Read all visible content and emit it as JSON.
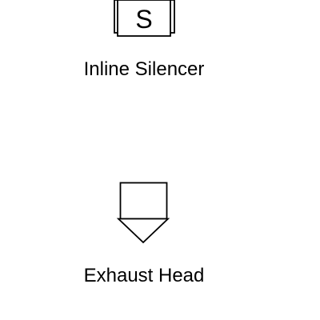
{
  "symbols": [
    {
      "id": "inline-silencer",
      "glyph": "S",
      "label": "Inline Silencer",
      "icon": "inline-silencer-icon"
    },
    {
      "id": "exhaust-head",
      "label": "Exhaust Head",
      "icon": "exhaust-head-icon"
    }
  ],
  "colors": {
    "stroke": "#000000",
    "background": "#ffffff",
    "text": "#000000"
  }
}
